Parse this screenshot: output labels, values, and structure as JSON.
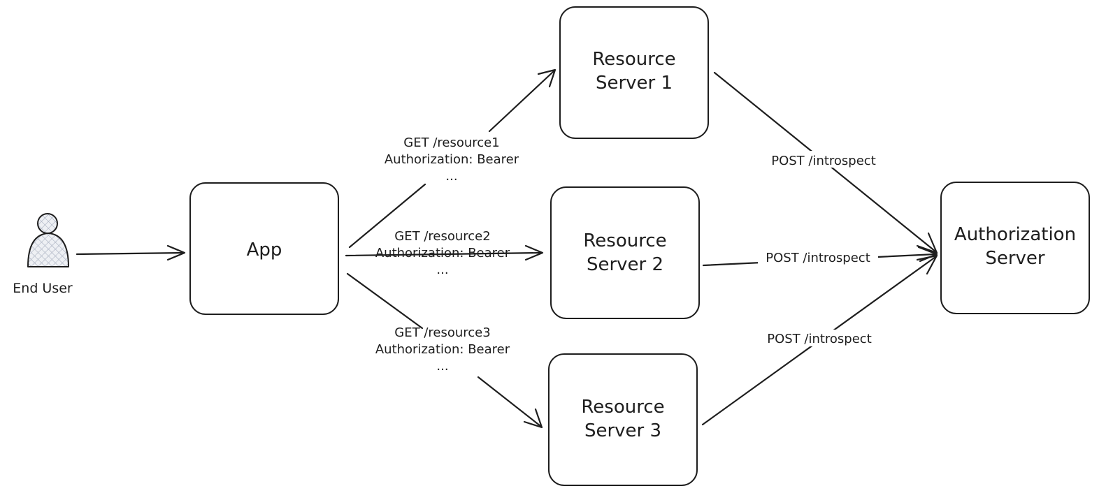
{
  "diagram": {
    "actor": {
      "label": "End User"
    },
    "nodes": {
      "app": {
        "label": "App"
      },
      "rs1": {
        "line1": "Resource",
        "line2": "Server 1"
      },
      "rs2": {
        "line1": "Resource",
        "line2": "Server 2"
      },
      "rs3": {
        "line1": "Resource",
        "line2": "Server 3"
      },
      "auth": {
        "line1": "Authorization",
        "line2": "Server"
      }
    },
    "edges": {
      "app_to_rs1": {
        "line1": "GET /resource1",
        "line2": "Authorization: Bearer",
        "line3": "..."
      },
      "app_to_rs2": {
        "line1": "GET /resource2",
        "line2": "Authorization: Bearer",
        "line3": "..."
      },
      "app_to_rs3": {
        "line1": "GET /resource3",
        "line2": "Authorization: Bearer",
        "line3": "..."
      },
      "rs1_to_auth": {
        "label": "POST /introspect"
      },
      "rs2_to_auth": {
        "label": "POST /introspect"
      },
      "rs3_to_auth": {
        "label": "POST /introspect"
      }
    }
  }
}
